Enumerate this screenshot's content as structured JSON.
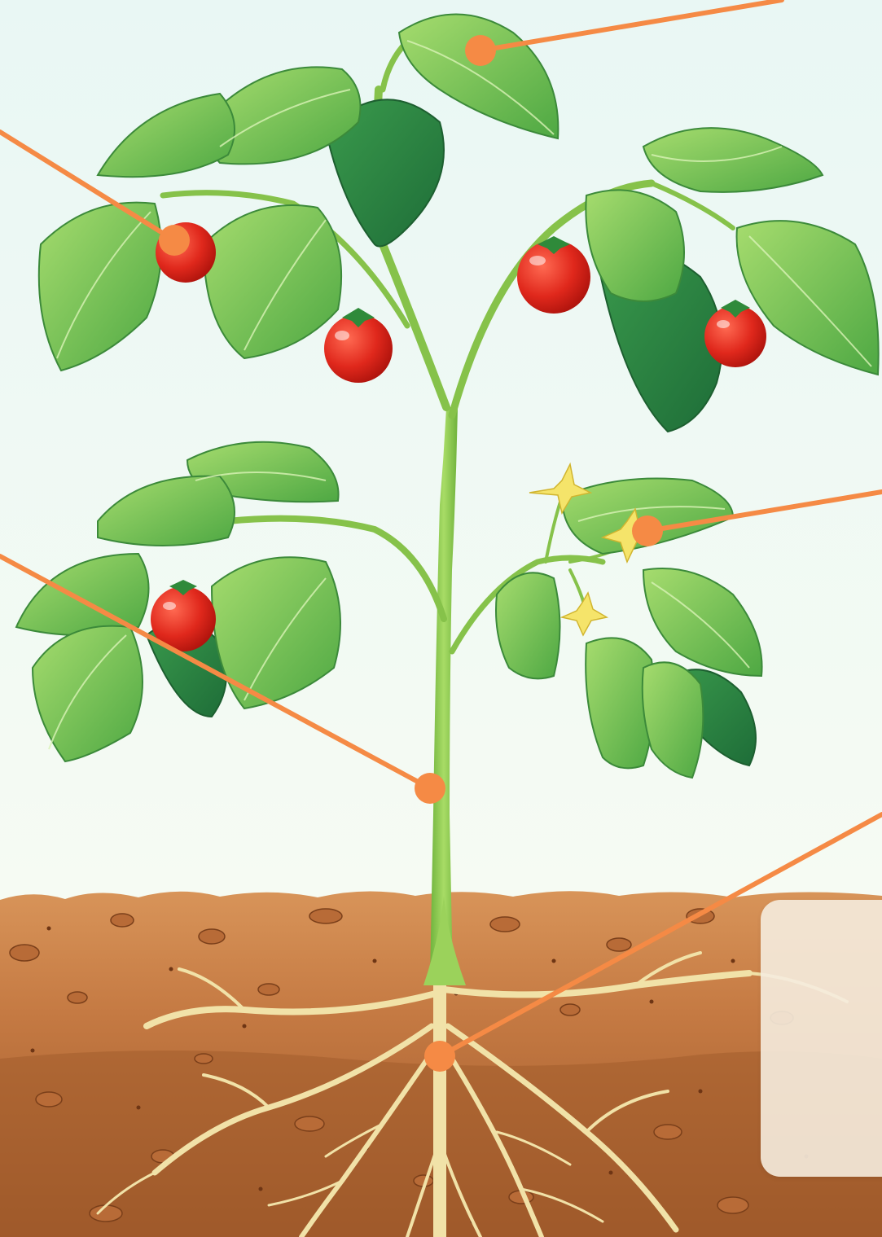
{
  "diagram": {
    "parts": [
      {
        "id": "leaf",
        "marker": "leaf-marker"
      },
      {
        "id": "fruit",
        "marker": "fruit-marker"
      },
      {
        "id": "flower",
        "marker": "flower-marker"
      },
      {
        "id": "stem",
        "marker": "stem-marker"
      },
      {
        "id": "root",
        "marker": "root-marker"
      }
    ],
    "partial_label_text": "",
    "colors": {
      "leader_line": "#f58a45",
      "marker": "#f58a45",
      "sky_top": "#e9f7f4",
      "sky_bottom": "#f6fbf3",
      "soil_top": "#d28a52",
      "soil_bottom": "#a65d2f",
      "leaf_light": "#7cc74b",
      "leaf_dark": "#2e8a3e",
      "tomato": "#e0281c",
      "root": "#f1e2a8",
      "stem": "#8cc84b",
      "flower": "#f5e46a"
    }
  }
}
